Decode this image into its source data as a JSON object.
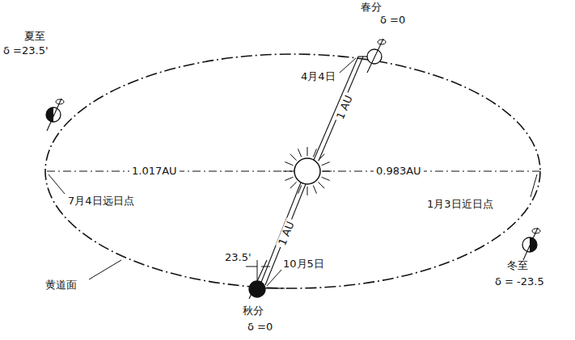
{
  "diagram": {
    "labels": [
      "春分",
      "δ =0",
      "夏至",
      "δ =23.5'",
      "4月4日",
      "1 AU",
      "1.017AU",
      "0.983AU",
      "7月4日远日点",
      "1月3日近日点",
      "冬至",
      "δ = -23.5",
      "23.5'",
      "1 AU",
      "10月5日",
      "黄道面",
      "秋分",
      "δ =0"
    ]
  }
}
